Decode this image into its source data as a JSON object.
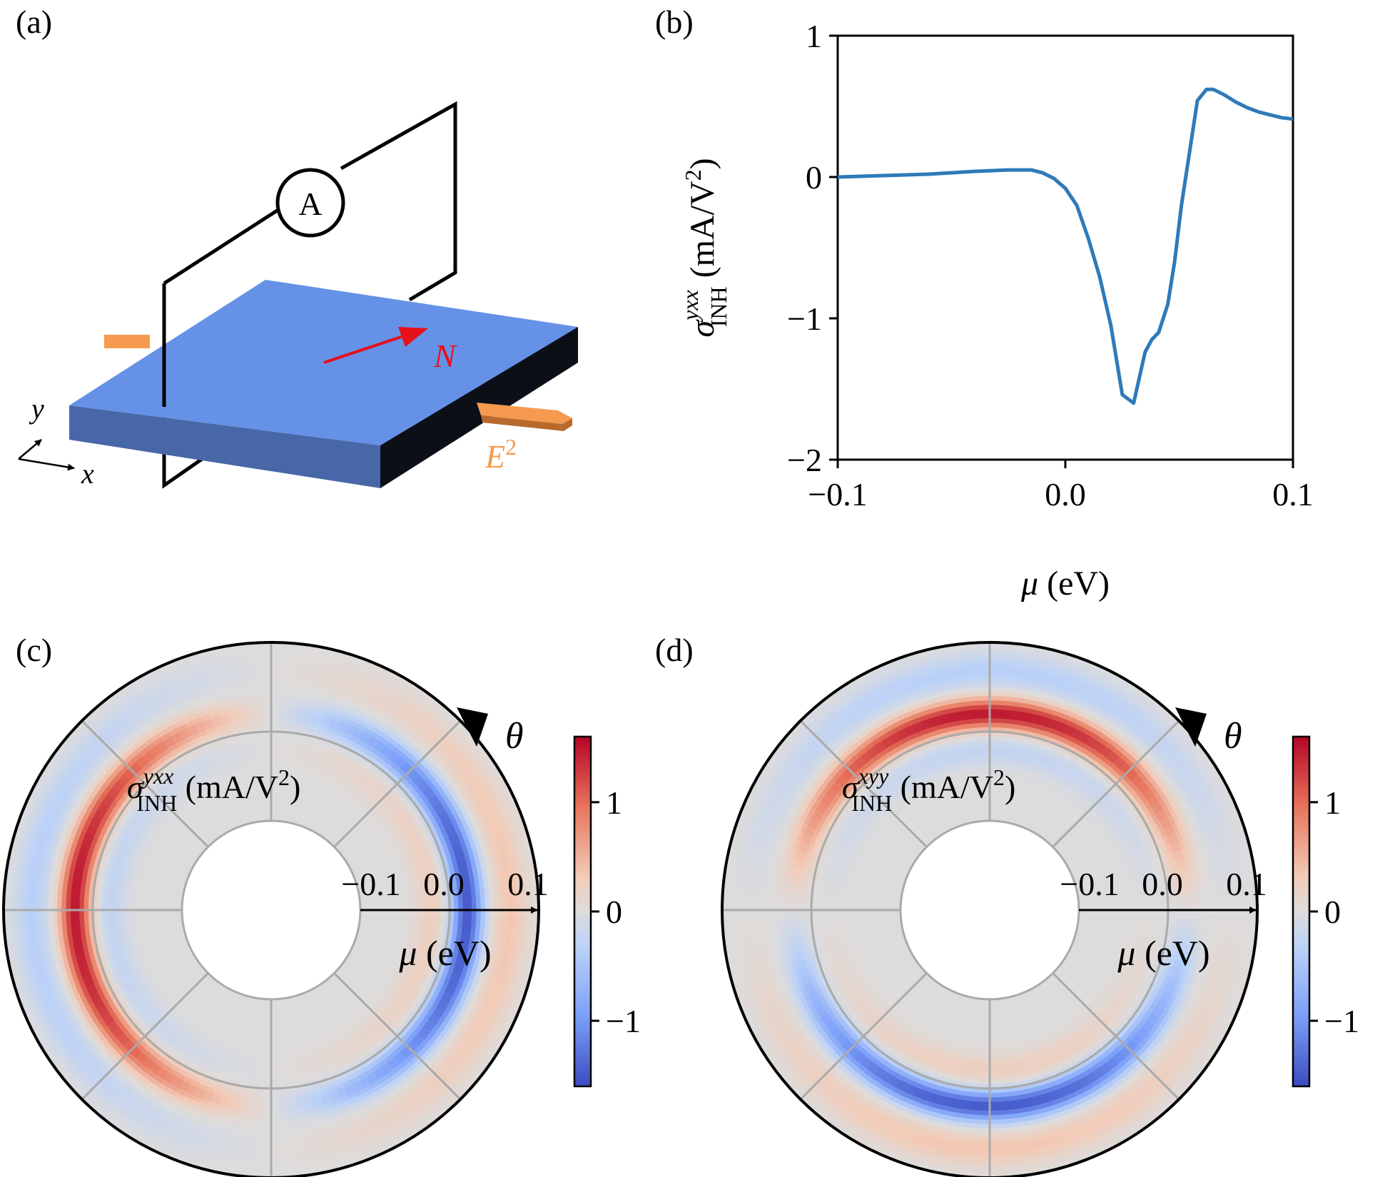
{
  "panels": {
    "a": {
      "label": "(a)",
      "ammeter": "A",
      "vector": "N",
      "field": "E",
      "field_sup": "2",
      "axis_x": "x",
      "axis_y": "y"
    },
    "b": {
      "label": "(b)"
    },
    "c": {
      "label": "(c)"
    },
    "d": {
      "label": "(d)"
    }
  },
  "colors": {
    "line": "#2f7ab9",
    "slab_top": "#6592e6",
    "slab_front": "#4767a8",
    "slab_side": "#0c0f18",
    "arrow_N": "#e8101a",
    "arrow_E": "#f59a4e",
    "arrow_E_dark": "#b86a2c"
  },
  "chart_data": [
    {
      "type": "line",
      "panel": "b",
      "xlabel_symbol": "μ",
      "xlabel_unit": " (eV)",
      "ylabel_base": "σ",
      "ylabel_sup": "yxx",
      "ylabel_sub": "INH",
      "ylabel_unit": " (mA/V",
      "ylabel_unit_sup": "2",
      "ylabel_unit_end": ")",
      "xlim": [
        -0.1,
        0.1
      ],
      "ylim": [
        -2,
        1
      ],
      "xticks": [
        -0.1,
        0.0,
        0.1
      ],
      "xtick_labels": [
        "−0.1",
        "0.0",
        "0.1"
      ],
      "yticks": [
        -2,
        -1,
        0,
        1
      ],
      "ytick_labels": [
        "−2",
        "−1",
        "0",
        "1"
      ],
      "grid": false,
      "series": [
        {
          "x": [
            -0.1,
            -0.08,
            -0.06,
            -0.04,
            -0.025,
            -0.015,
            -0.01,
            -0.005,
            0.0,
            0.005,
            0.01,
            0.015,
            0.02,
            0.025,
            0.03,
            0.035,
            0.038,
            0.041,
            0.045,
            0.048,
            0.051,
            0.055,
            0.058,
            0.062,
            0.065,
            0.07,
            0.075,
            0.08,
            0.085,
            0.09,
            0.095,
            0.1
          ],
          "y": [
            0.0,
            0.01,
            0.02,
            0.04,
            0.05,
            0.05,
            0.03,
            -0.01,
            -0.08,
            -0.2,
            -0.43,
            -0.7,
            -1.05,
            -1.54,
            -1.6,
            -1.24,
            -1.15,
            -1.1,
            -0.9,
            -0.6,
            -0.2,
            0.22,
            0.54,
            0.62,
            0.62,
            0.58,
            0.53,
            0.49,
            0.46,
            0.44,
            0.42,
            0.41
          ]
        }
      ]
    },
    {
      "type": "heatmap",
      "panel": "c",
      "projection": "polar",
      "component": "yxx",
      "rlabel_symbol": "μ",
      "rlabel_unit": " (eV)",
      "r_ticks": [
        -0.1,
        0.0,
        0.1
      ],
      "r_tick_labels": [
        "−0.1",
        "0.0",
        "0.1"
      ],
      "angle_label": "θ",
      "inner_label_base": "σ",
      "inner_label_sup": "yxx",
      "inner_label_sub": "INH",
      "inner_label_unit": " (mA/V",
      "inner_label_unit_sup": "2",
      "inner_label_unit_end": ")",
      "colorbar_ticks": [
        1,
        0,
        -1
      ],
      "colorbar_tick_labels": [
        "1",
        "0",
        "−1"
      ],
      "colorbar_range": [
        -1.6,
        1.6
      ],
      "colormap": "coolwarm"
    },
    {
      "type": "heatmap",
      "panel": "d",
      "projection": "polar",
      "component": "xyy",
      "rlabel_symbol": "μ",
      "rlabel_unit": " (eV)",
      "r_ticks": [
        -0.1,
        0.0,
        0.1
      ],
      "r_tick_labels": [
        "−0.1",
        "0.0",
        "0.1"
      ],
      "angle_label": "θ",
      "inner_label_base": "σ",
      "inner_label_sup": "xyy",
      "inner_label_sub": "INH",
      "inner_label_unit": " (mA/V",
      "inner_label_unit_sup": "2",
      "inner_label_unit_end": ")",
      "colorbar_ticks": [
        1,
        0,
        -1
      ],
      "colorbar_tick_labels": [
        "1",
        "0",
        "−1"
      ],
      "colorbar_range": [
        -1.6,
        1.6
      ],
      "colormap": "coolwarm"
    }
  ]
}
